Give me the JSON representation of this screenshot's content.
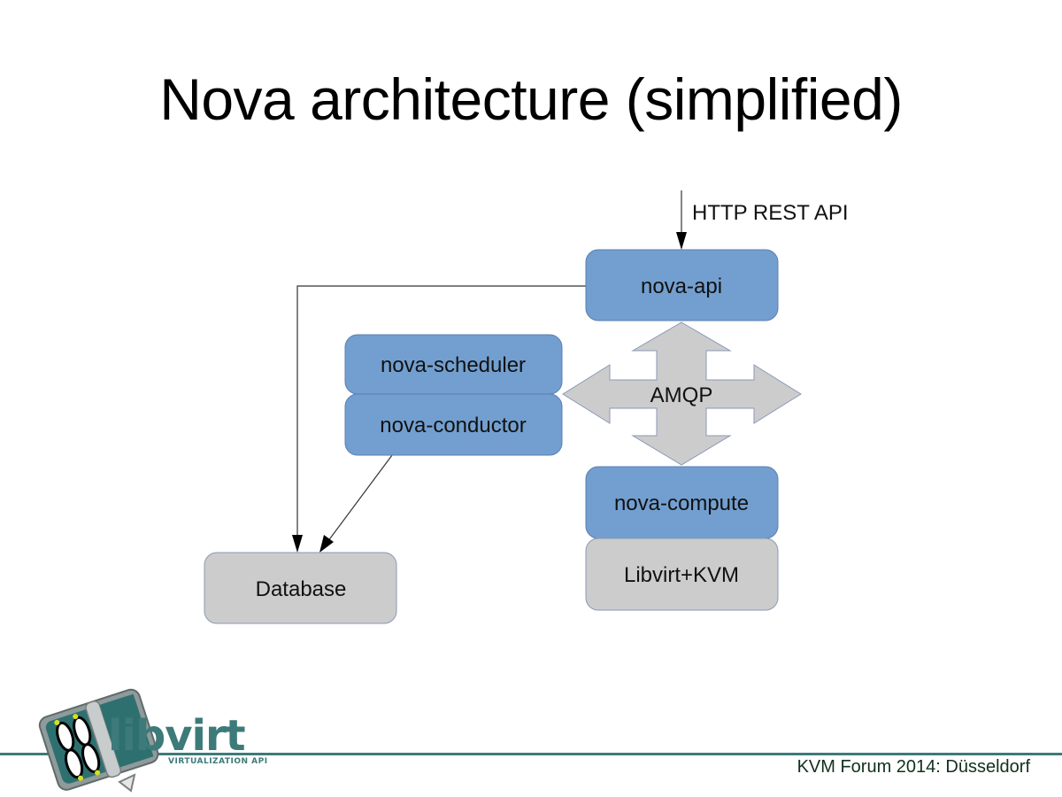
{
  "slide": {
    "title": "Nova architecture (simplified)",
    "footer": "KVM Forum 2014: Düsseldorf"
  },
  "diagram": {
    "nodes": {
      "nova_api": "nova-api",
      "nova_scheduler": "nova-scheduler",
      "nova_conductor": "nova-conductor",
      "amqp": "AMQP",
      "nova_compute": "nova-compute",
      "libvirt_kvm": "Libvirt+KVM",
      "database": "Database"
    },
    "edges": {
      "http_label": "HTTP REST API"
    },
    "colors": {
      "service_fill": "#729fcf",
      "service_stroke": "#5b7fb0",
      "infra_fill": "#cccccc",
      "infra_stroke": "#8a99b8"
    }
  },
  "logo": {
    "name": "libvirt",
    "tagline": "VIRTUALIZATION API",
    "color": "#3d7a7a"
  }
}
